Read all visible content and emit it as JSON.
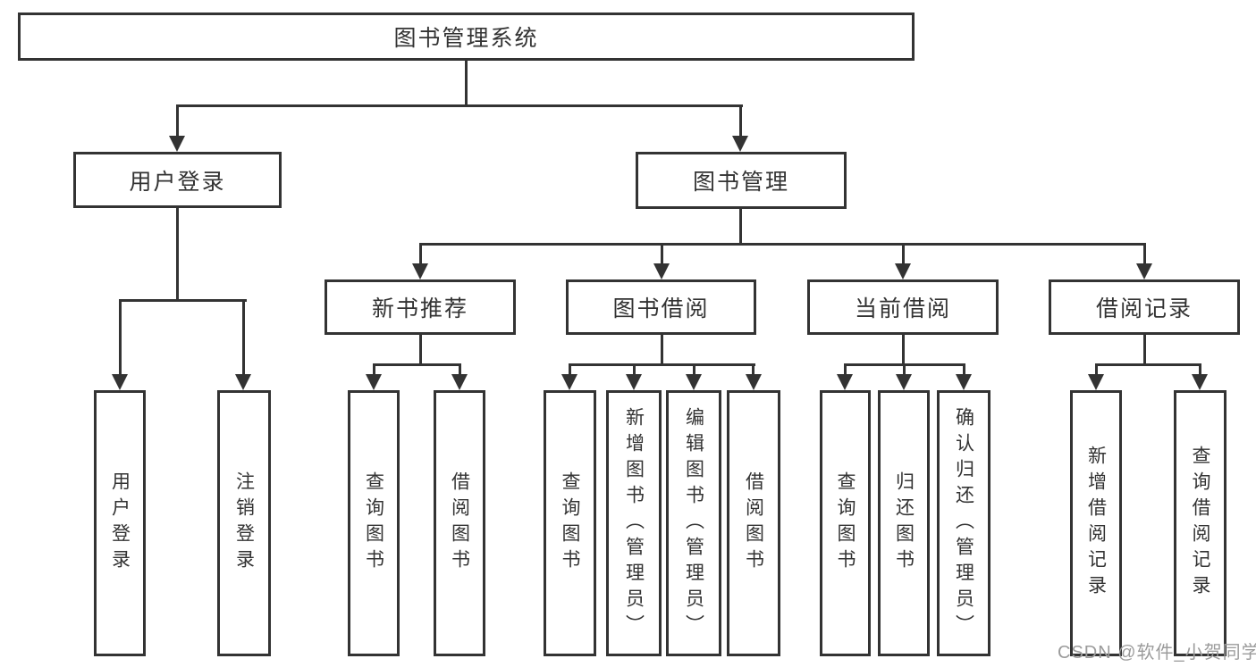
{
  "diagram": {
    "type": "hierarchy-tree",
    "watermark": "CSDN @软件_小贺同学",
    "colors": {
      "line": "#333333",
      "box_border": "#333333",
      "text": "#333333",
      "watermark_gray": "#9b9b9b",
      "background": "#ffffff"
    },
    "tree": {
      "root": "图书管理系统",
      "branches": {
        "user_login": {
          "label": "用户登录",
          "children": {
            "login": "用户登录",
            "logout": "注销登录"
          }
        },
        "book_mgmt": {
          "label": "图书管理",
          "children": {
            "new_books": {
              "label": "新书推荐",
              "children": {
                "query": "查询图书",
                "borrow": "借阅图书"
              }
            },
            "book_borrow": {
              "label": "图书借阅",
              "children": {
                "query": "查询图书",
                "add": "新增图书（管理员）",
                "edit": "编辑图书（管理员）",
                "borrow": "借阅图书"
              }
            },
            "current_borrow": {
              "label": "当前借阅",
              "children": {
                "query": "查询图书",
                "return": "归还图书",
                "confirm": "确认归还（管理员）"
              }
            },
            "borrow_records": {
              "label": "借阅记录",
              "children": {
                "add": "新增借阅记录",
                "query": "查询借阅记录"
              }
            }
          }
        }
      }
    }
  }
}
